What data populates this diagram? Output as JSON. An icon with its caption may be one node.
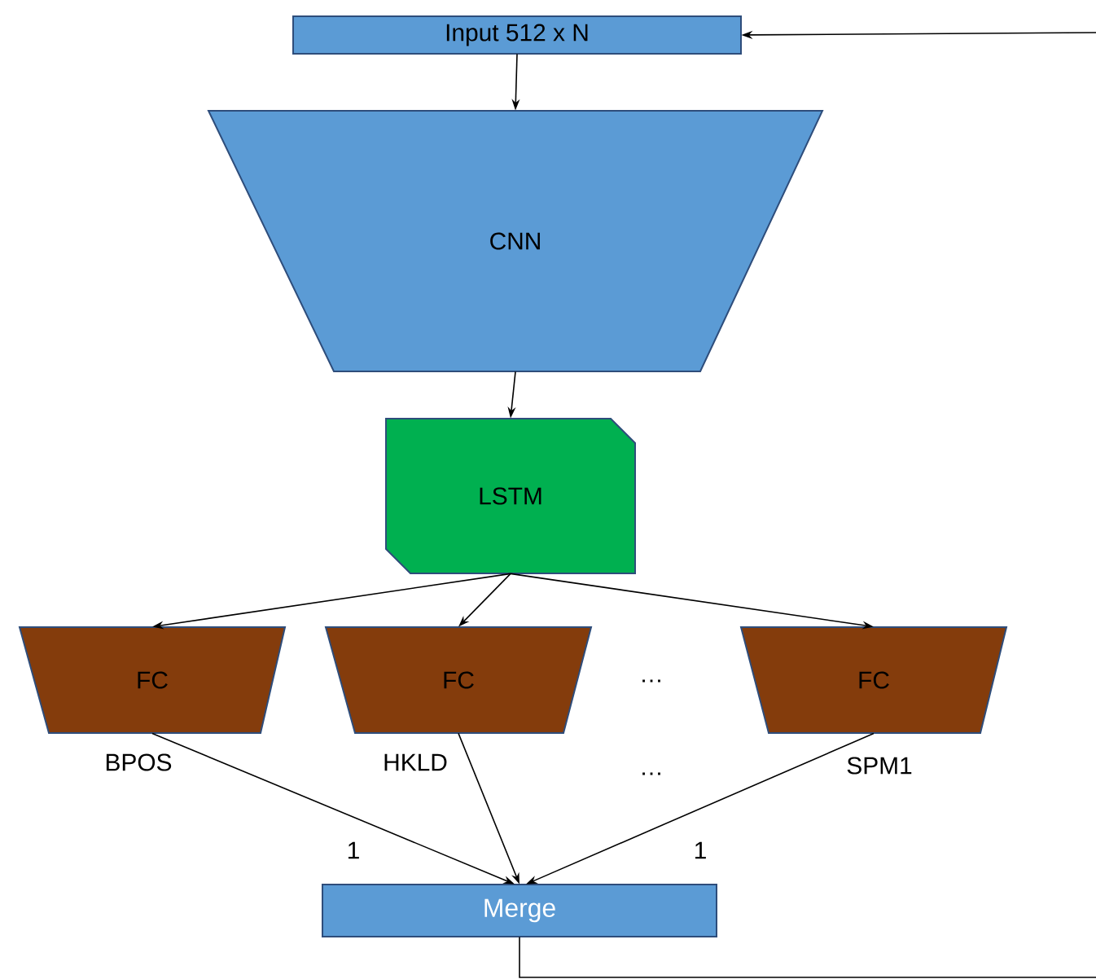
{
  "diagram": {
    "nodes": [
      {
        "text": [
          "Input 512 x N"
        ]
      },
      {
        "text": [
          "CNN"
        ]
      },
      {
        "text": [
          "LSTM"
        ]
      },
      {
        "text": [
          "FC"
        ],
        "beside": [
          "BPOS"
        ]
      },
      {
        "text": [
          "FC"
        ],
        "beside": [
          "HKLD"
        ]
      },
      {
        "text": [
          "FC"
        ],
        "beside": [
          "SPM1"
        ]
      },
      {
        "text": [
          "Merge"
        ]
      }
    ],
    "edges": [
      {
        "from": 0,
        "to": 1,
        "arrow": "to"
      },
      {
        "from": 1,
        "to": 2,
        "arrow": "to"
      },
      {
        "from": 2,
        "to": 3,
        "arrow": "to"
      },
      {
        "from": 2,
        "to": 4,
        "arrow": "to"
      },
      {
        "from": 2,
        "to": 5,
        "arrow": "to"
      },
      {
        "from": 3,
        "to": 6,
        "arrow": "to",
        "label": "1"
      },
      {
        "from": 4,
        "to": 6,
        "arrow": "to"
      },
      {
        "from": 5,
        "to": 6,
        "arrow": "to",
        "label": "1"
      },
      {
        "from": 6,
        "to": null,
        "arrow": "none"
      },
      {
        "from": null,
        "to": 0,
        "arrow": "to"
      }
    ],
    "labels": [
      "…",
      "…"
    ]
  }
}
